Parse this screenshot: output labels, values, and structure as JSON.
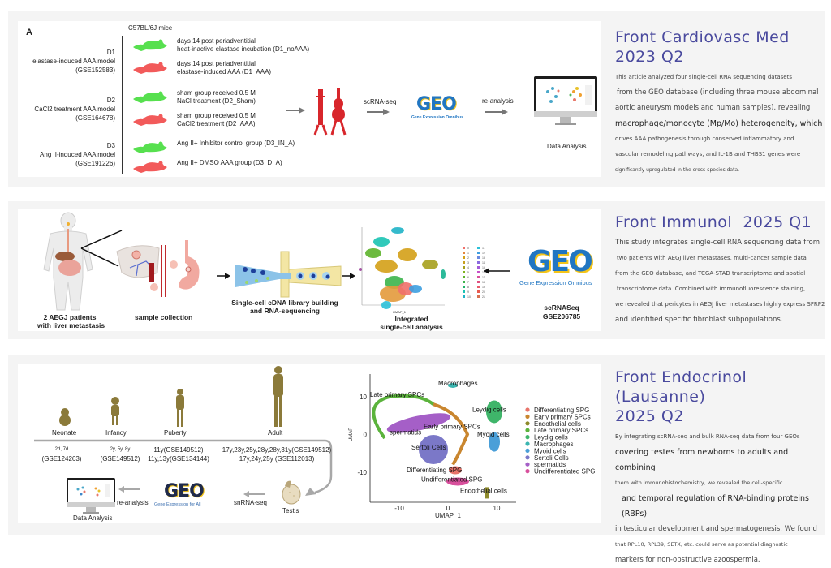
{
  "panels": [
    {
      "journal": "Front Cardiovasc Med",
      "year_quartile": "2023  Q2",
      "description_lines": [
        "This article analyzed four single-cell RNA sequencing datasets",
        "from the GEO database (including three mouse abdominal",
        "aortic aneurysm models and human samples), revealing",
        "macrophage/monocyte (Mp/Mo) heterogeneity, which",
        "drives AAA pathogenesis through conserved inflammatory and",
        "vascular remodeling pathways, and IL-1B and THBS1 genes were",
        "significantly upregulated in the cross-species data."
      ],
      "figure": {
        "panel_label": "A",
        "mouse_strain": "C57BL/6J mice",
        "datasets": [
          {
            "id": "D1",
            "model": "elastase-induced AAA model",
            "gse": "(GSE152583)"
          },
          {
            "id": "D2",
            "model": "CaCl2 treatment AAA model",
            "gse": "(GSE164678)"
          },
          {
            "id": "D3",
            "model": "Ang II-induced AAA model",
            "gse": "(GSE191226)"
          }
        ],
        "groups": [
          {
            "line1": "days 14 post periadventitial",
            "line2": "heat-inactive elastase incubation (D1_noAAA)",
            "color": "#57e04f"
          },
          {
            "line1": "days 14 post periadventitial",
            "line2": "elastase-induced AAA  (D1_AAA)",
            "color": "#f25a5a"
          },
          {
            "line1": "sham group received 0.5 M",
            "line2": "NaCl treatment  (D2_Sham)",
            "color": "#57e04f"
          },
          {
            "line1": "sham group received 0.5 M",
            "line2": "CaCl2 treatment  (D2_AAA)",
            "color": "#f25a5a"
          },
          {
            "line1": "Ang II+ Inhibitor control group (D3_IN_A)",
            "line2": "",
            "color": "#57e04f"
          },
          {
            "line1": "Ang II+ DMSO AAA group (D3_D_A)",
            "line2": "",
            "color": "#f25a5a"
          }
        ],
        "step_scrnaseq": "scRNA-seq",
        "step_reanalysis": "re-analysis",
        "geo_logo_text": "GEO",
        "geo_subtitle": "Gene Expression Omnibus",
        "data_analysis": "Data Analysis"
      }
    },
    {
      "journal": "Front Immunol",
      "year_quartile": "2025  Q1",
      "description_lines": [
        "This study integrates single-cell RNA sequencing data from",
        "two patients with AEGJ liver metastases, multi-cancer sample data",
        "from the GEO database, and TCGA-STAD transcriptome and spatial",
        "transcriptome data. Combined with immunofluorescence staining,",
        "we revealed that pericytes in AEGJ liver metastases highly express SFRP2",
        "and identified specific fibroblast subpopulations."
      ],
      "figure": {
        "patients_label_1": "2 AEGJ patients",
        "patients_label_2": "with liver metastasis",
        "sample_collection": "sample collection",
        "library_label_1": "Single-cell cDNA library building",
        "library_label_2": "and RNA-sequencing",
        "integrated_1": "Integrated",
        "integrated_2": "single-cell analysis",
        "umap_xlabel": "UMAP_1",
        "cluster_ids": [
          "0",
          "1",
          "2",
          "3",
          "4",
          "5",
          "6",
          "7",
          "8",
          "9",
          "10",
          "11",
          "12",
          "13",
          "14",
          "15",
          "16",
          "17",
          "18",
          "19",
          "20",
          "21"
        ],
        "geo_logo_text": "GEO",
        "geo_subtitle": "Gene Expression Omnibus",
        "dataset_1": "scRNASeq",
        "dataset_2": "GSE206785"
      }
    },
    {
      "journal": "Front Endocrinol (Lausanne)",
      "year_quartile": "2025  Q2",
      "description_lines": [
        "By integrating scRNA-seq and bulk RNA-seq data from four GEOs",
        "covering testes from newborns to adults and combining",
        "them with immunohistochemistry, we revealed the cell-specific",
        "and temporal regulation of RNA-binding proteins (RBPs)",
        "in testicular development and spermatogenesis. We found",
        "that RPL10, RPL39, SETX, etc. could serve as potential diagnostic",
        "markers for non-obstructive azoospermia."
      ],
      "figure": {
        "stages": [
          {
            "name": "Neonate",
            "ages": "2d, 7d",
            "gse": "(GSE124263)"
          },
          {
            "name": "Infancy",
            "ages": "2y, 5y, 8y",
            "gse": "(GSE149512)"
          },
          {
            "name": "Puberty",
            "ages": "11y(GSE149512)",
            "gse": "11y,13y(GSE134144)"
          },
          {
            "name": "Adult",
            "ages": "17y,23y,25y,28y,28y,31y(GSE149512)",
            "gse": "17y,24y,25y (GSE112013)"
          }
        ],
        "testis": "Testis",
        "step_snrnaseq": "snRNA-seq",
        "geo_logo_text": "GEO",
        "geo_subtitle": "Gene Expression for All",
        "step_reanalysis": "re-analysis",
        "data_analysis": "Data Analysis",
        "umap": {
          "xlabel": "UMAP_1",
          "ylabel": "UMAP",
          "xticks": [
            "-10",
            "0",
            "10"
          ],
          "yticks": [
            "10",
            "0",
            "-10"
          ],
          "legend": [
            {
              "label": "Differentiating SPG",
              "color": "#e8746a"
            },
            {
              "label": "Early primary SPCs",
              "color": "#c9862f"
            },
            {
              "label": "Endothelial cells",
              "color": "#8e8a2b"
            },
            {
              "label": "Late primary SPCs",
              "color": "#5bb33c"
            },
            {
              "label": "Leydig cells",
              "color": "#3fb56a"
            },
            {
              "label": "Macrophages",
              "color": "#3bb5b0"
            },
            {
              "label": "Myoid cells",
              "color": "#4a9fd8"
            },
            {
              "label": "Sertoli Cells",
              "color": "#7b78c8"
            },
            {
              "label": "spermatids",
              "color": "#a55fc7"
            },
            {
              "label": "Undifferentiated SPG",
              "color": "#d84f9c"
            }
          ],
          "cluster_labels": {
            "macrophages": "Macrophages",
            "late_primary": "Late primary SPCs",
            "leydig": "Leydig cells",
            "early_primary": "Early primary SPCs",
            "spermatids": "spermatids",
            "myoid": "Myoid cells",
            "sertoli": "Sertoli Cells",
            "differentiating": "Differentiating SPG",
            "undifferentiated": "Undifferentiated SPG",
            "endothelial": "Endothelial cells"
          }
        }
      }
    }
  ],
  "colors": {
    "journal_title": "#4a4a9e",
    "card_bg": "#f4f4f4",
    "geo_blue": "#2176c2",
    "geo_yellow": "#f5c518",
    "geo_navy": "#1f2a4a",
    "human_silhouette": "#8b7a3a"
  }
}
